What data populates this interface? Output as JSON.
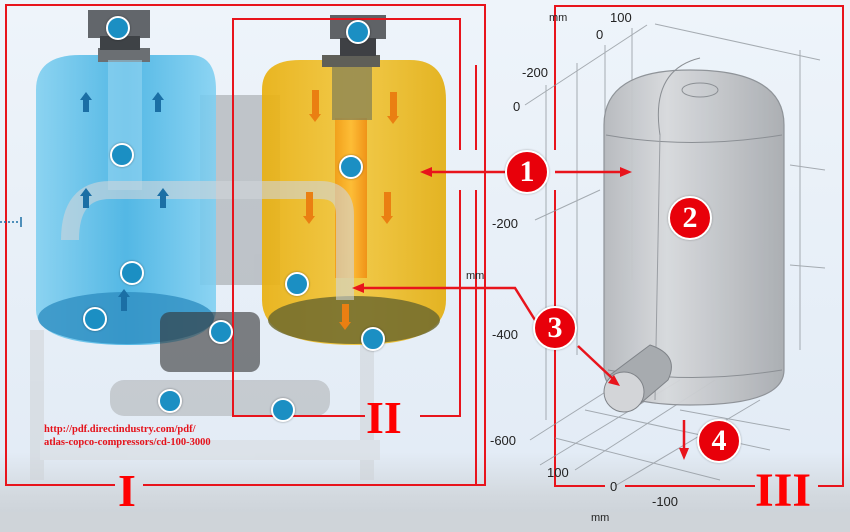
{
  "diagram": {
    "sections": [
      {
        "id": "I",
        "label": "I",
        "description": "Blue drying tower (left vessel)"
      },
      {
        "id": "II",
        "label": "II",
        "description": "Yellow regenerating tower (right vessel)"
      },
      {
        "id": "III",
        "label": "III",
        "description": "3D model of vessel"
      }
    ],
    "callouts": [
      {
        "number": "1",
        "label": "1"
      },
      {
        "number": "2",
        "label": "2"
      },
      {
        "number": "3",
        "label": "3"
      },
      {
        "number": "4",
        "label": "4"
      }
    ],
    "source_text": {
      "line1": "http://pdf.directindustry.com/pdf/",
      "line2": "atlas-copco-compressors/cd-100-3000"
    },
    "axes": {
      "unit_top": "mm",
      "unit_mid": "mm",
      "unit_bottom": "mm",
      "top_ticks": [
        "100",
        "0"
      ],
      "left_ticks_upper": [
        "-200",
        "0"
      ],
      "vertical_ticks": [
        "-200",
        "-400",
        "-600"
      ],
      "bottom_ticks": [
        "100",
        "0",
        "-100"
      ]
    },
    "colors": {
      "frame_red": "#e8141c",
      "badge_red": "#e8000a",
      "dot_blue": "#1b8fc3",
      "tower_blue": "#4fb8e6",
      "tower_yellow": "#e7b515",
      "model_gray": "#b9bcc0"
    }
  }
}
